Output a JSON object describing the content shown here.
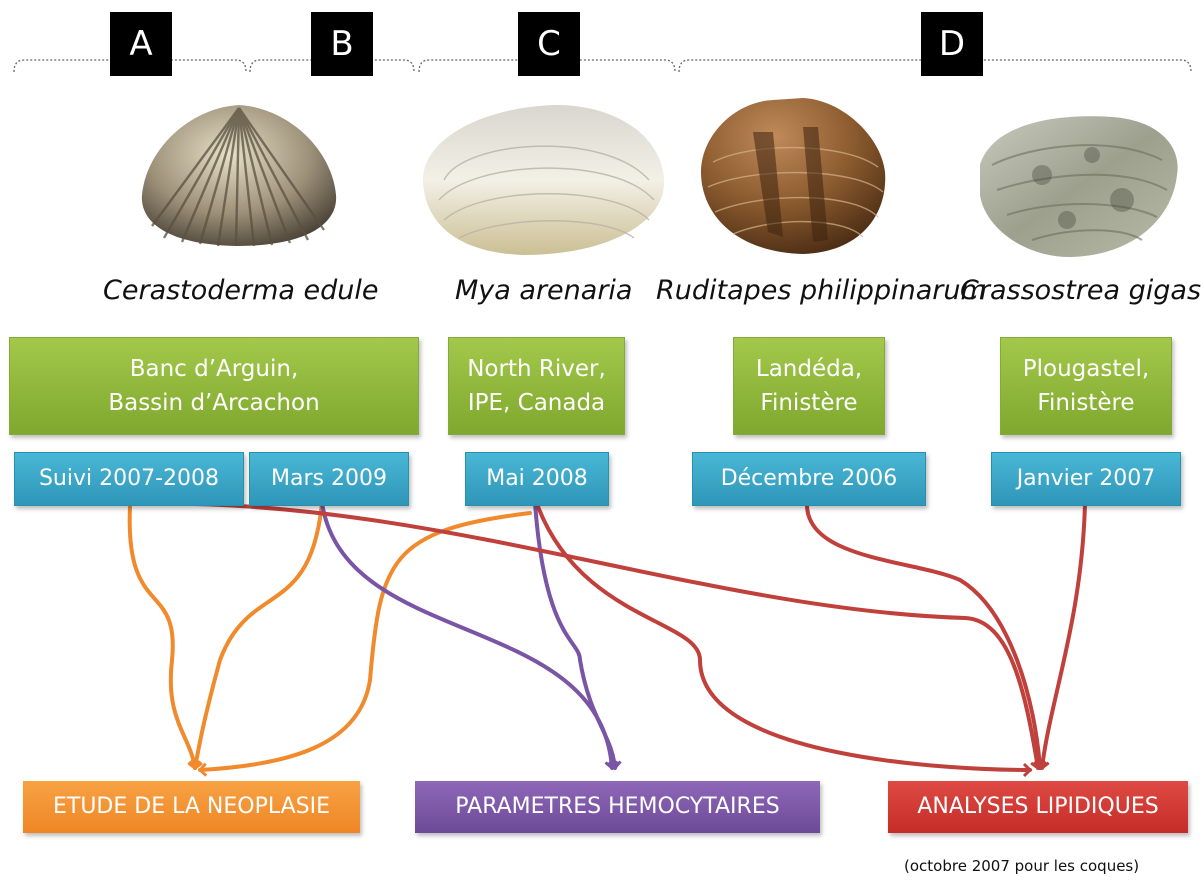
{
  "groups": [
    {
      "letter": "A"
    },
    {
      "letter": "B"
    },
    {
      "letter": "C"
    },
    {
      "letter": "D"
    }
  ],
  "species": [
    {
      "name": "Cerastoderma edule",
      "icon": "cockle-shell"
    },
    {
      "name": "Mya arenaria",
      "icon": "soft-shell-clam"
    },
    {
      "name": "Ruditapes philippinarum",
      "icon": "manila-clam-shell"
    },
    {
      "name": "Crassostrea gigas",
      "icon": "oyster-shell"
    }
  ],
  "sites": [
    {
      "line1": "Banc d’Arguin,",
      "line2": "Bassin d’Arcachon"
    },
    {
      "line1": "North River,",
      "line2": "IPE, Canada"
    },
    {
      "line1": "Landéda,",
      "line2": "Finistère"
    },
    {
      "line1": "Plougastel,",
      "line2": "Finistère"
    }
  ],
  "dates": [
    {
      "label": "Suivi 2007-2008"
    },
    {
      "label": "Mars 2009"
    },
    {
      "label": "Mai 2008"
    },
    {
      "label": "Décembre 2006"
    },
    {
      "label": "Janvier 2007"
    }
  ],
  "outcomes": {
    "neoplasie": "ETUDE DE LA NEOPLASIE",
    "hemocytaires": "PARAMETRES HEMOCYTAIRES",
    "lipidiques": "ANALYSES LIPIDIQUES"
  },
  "note": "(octobre 2007 pour les coques)",
  "colors": {
    "orange": "#f08a2c",
    "purple": "#7a55a6",
    "red": "#c0403c",
    "green": "#8fb93c",
    "blue": "#37a6c8"
  }
}
